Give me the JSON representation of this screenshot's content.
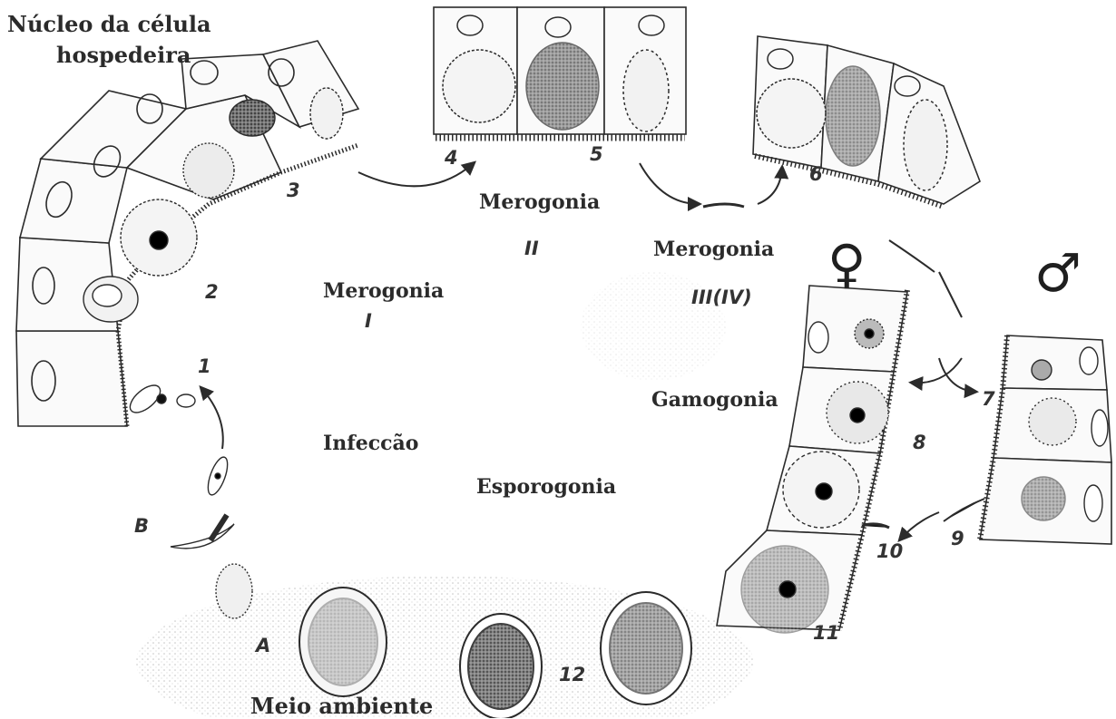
{
  "labels": {
    "host_nucleus": [
      "Núcleo da célula",
      "hospedeira"
    ],
    "merogonia_1": "Merogonia",
    "roman_1": "I",
    "merogonia_2": "Merogonia",
    "roman_2": "II",
    "merogonia_3": "Merogonia",
    "roman_3": "III(IV)",
    "gamogonia": "Gamogonia",
    "infeccao": "Infeccão",
    "esporogonia": "Esporogonia",
    "meio_ambiente": "Meio ambiente"
  },
  "stages": {
    "s1": "1",
    "s2": "2",
    "s3": "3",
    "s4": "4",
    "s5": "5",
    "s6": "6",
    "s7": "7",
    "s8": "8",
    "s9": "9",
    "s10": "10",
    "s11": "11",
    "s12": "12",
    "sA": "A",
    "sB": "B"
  },
  "symbols": {
    "female": "♀",
    "male": "♂"
  },
  "colors": {
    "ink": "#2b2b2b",
    "stipple": "#c9c9c9",
    "cell_fill": "#fafafa"
  }
}
